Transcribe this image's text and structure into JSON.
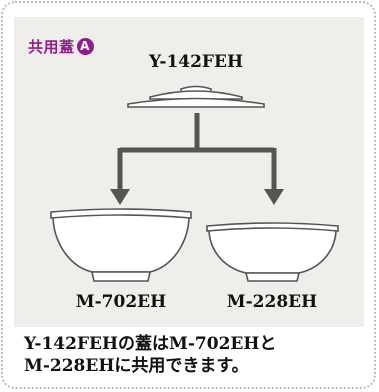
{
  "badge": {
    "label": "共用蓋",
    "letter": "A"
  },
  "lid": {
    "model": "Y-142FEH"
  },
  "bowls": [
    {
      "model": "M-702EH"
    },
    {
      "model": "M-228EH"
    }
  ],
  "caption": {
    "line1": "Y-142FEHの蓋はM-702EHと",
    "line2": "M-228EHに共用できます。"
  },
  "colors": {
    "accent": "#8d1f8a",
    "panel_bg": "#efeeea",
    "arrow": "#555555",
    "outline": "#555555",
    "border": "#b9b9b9"
  }
}
